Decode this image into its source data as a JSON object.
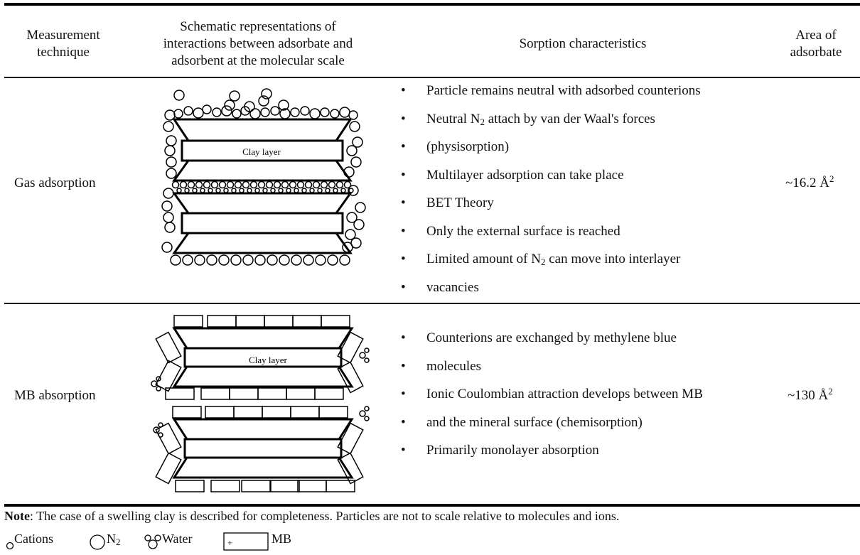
{
  "header": {
    "col1": [
      "Measurement",
      "technique"
    ],
    "col2": [
      "Schematic representations of",
      "interactions between adsorbate and",
      "adsorbent at the molecular scale"
    ],
    "col3": "Sorption characteristics",
    "col4": [
      "Area of",
      "adsorbate"
    ]
  },
  "rows": [
    {
      "technique": "Gas adsorption",
      "diagram_label": "Clay layer",
      "characteristics": [
        {
          "text": "Particle remains neutral with adsorbed counterions"
        },
        {
          "pre": "Neutral N",
          "sub": "2",
          "post": " attach by van der Waal's forces",
          "cont": "(physisorption)"
        },
        {
          "text": "Multilayer adsorption can take place"
        },
        {
          "text": "BET Theory"
        },
        {
          "text": "Only the external surface is reached"
        },
        {
          "pre": "Limited amount of N",
          "sub": "2",
          "post": " can move into interlayer",
          "cont": "vacancies"
        }
      ],
      "area": "~16.2 Å",
      "area_sup": "2"
    },
    {
      "technique": "MB absorption",
      "diagram_label": "Clay layer",
      "characteristics": [
        {
          "text": "Counterions are exchanged by methylene blue",
          "cont": "molecules"
        },
        {
          "text": "Ionic Coulombian attraction develops between MB",
          "cont": "and the mineral surface (chemisorption)"
        },
        {
          "text": "Primarily monolayer absorption"
        }
      ],
      "area": "~130 Å",
      "area_sup": "2"
    }
  ],
  "note": {
    "bold": "Note",
    "text": ": The case of a swelling clay is described for completeness. Particles are not to scale relative to molecules and ions."
  },
  "legend": {
    "cations": "Cations",
    "n2_pre": "N",
    "n2_sub": "2",
    "water": "Water",
    "mb": "MB",
    "mb_charge": "+"
  }
}
